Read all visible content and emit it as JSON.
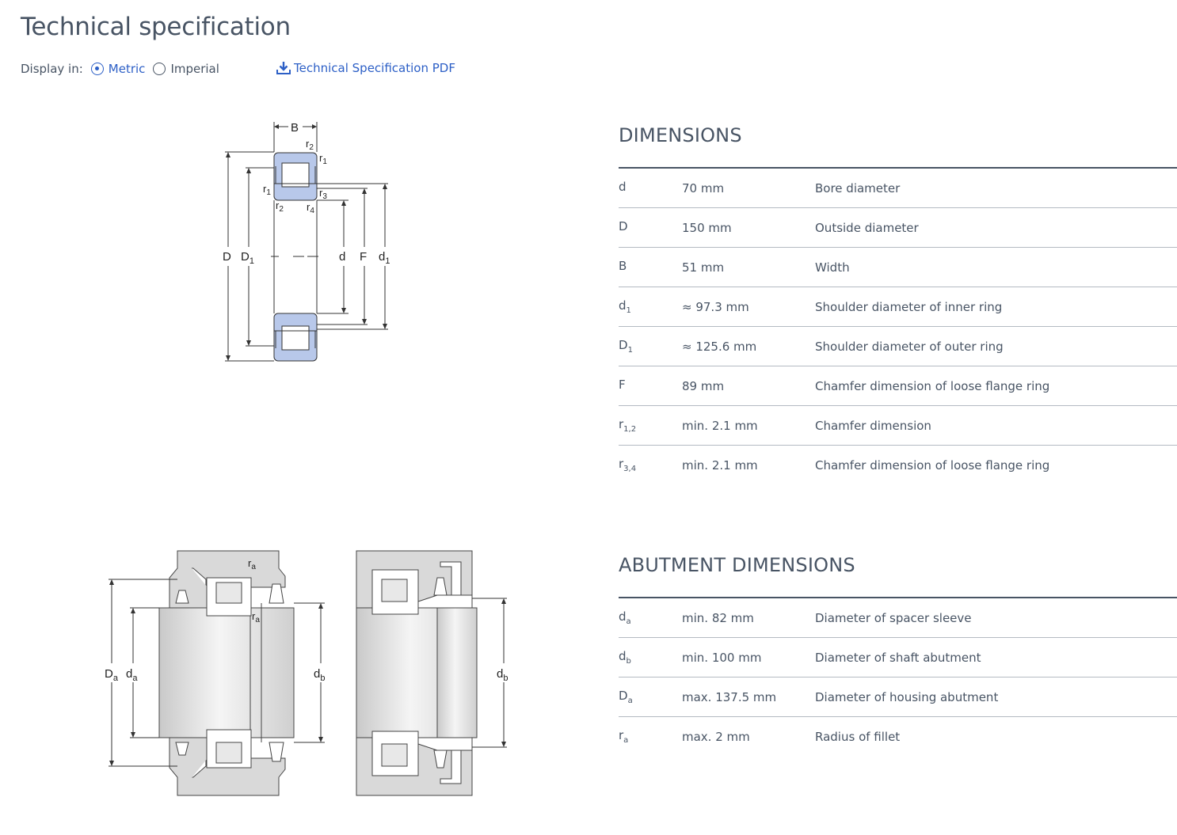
{
  "page": {
    "title": "Technical specification"
  },
  "display": {
    "label": "Display in:",
    "options": [
      {
        "label": "Metric",
        "selected": true
      },
      {
        "label": "Imperial",
        "selected": false
      }
    ]
  },
  "pdf_link": {
    "label": "Technical Specification PDF",
    "icon": "download-icon"
  },
  "dimensions": {
    "heading": "DIMENSIONS",
    "rows": [
      {
        "sym": "d",
        "sub": "",
        "value": "70 mm",
        "desc": "Bore diameter"
      },
      {
        "sym": "D",
        "sub": "",
        "value": "150 mm",
        "desc": "Outside diameter"
      },
      {
        "sym": "B",
        "sub": "",
        "value": "51 mm",
        "desc": "Width"
      },
      {
        "sym": "d",
        "sub": "1",
        "value": "≈ 97.3 mm",
        "desc": "Shoulder diameter of inner ring"
      },
      {
        "sym": "D",
        "sub": "1",
        "value": "≈ 125.6 mm",
        "desc": "Shoulder diameter of outer ring"
      },
      {
        "sym": "F",
        "sub": "",
        "value": "89 mm",
        "desc": "Chamfer dimension of loose flange ring"
      },
      {
        "sym": "r",
        "sub": "1,2",
        "value": "min. 2.1 mm",
        "desc": "Chamfer dimension"
      },
      {
        "sym": "r",
        "sub": "3,4",
        "value": "min. 2.1 mm",
        "desc": "Chamfer dimension of loose flange ring"
      }
    ]
  },
  "abutment": {
    "heading": "ABUTMENT DIMENSIONS",
    "rows": [
      {
        "sym": "d",
        "sub": "a",
        "value": "min. 82 mm",
        "desc": "Diameter of spacer sleeve"
      },
      {
        "sym": "d",
        "sub": "b",
        "value": "min. 100 mm",
        "desc": "Diameter of shaft abutment"
      },
      {
        "sym": "D",
        "sub": "a",
        "value": "max. 137.5 mm",
        "desc": "Diameter of housing abutment"
      },
      {
        "sym": "r",
        "sub": "a",
        "value": "max. 2 mm",
        "desc": "Radius of fillet"
      }
    ]
  },
  "bearing_diagram": {
    "labels": {
      "B": "B",
      "D": "D",
      "D1": "D",
      "D1_sub": "1",
      "d": "d",
      "F": "F",
      "d1": "d",
      "d1_sub": "1",
      "r": "r",
      "r1_sub": "1",
      "r2_sub": "2",
      "r3_sub": "3",
      "r4_sub": "4"
    }
  },
  "abutment_diagram": {
    "labels": {
      "Da": "D",
      "Da_sub": "a",
      "da": "d",
      "da_sub": "a",
      "db": "d",
      "db_sub": "b",
      "ra": "r",
      "ra_sub": "a"
    }
  },
  "colors": {
    "accent": "#2c5fc6",
    "text": "#485464",
    "ring_fill": "#b8c8ea"
  }
}
